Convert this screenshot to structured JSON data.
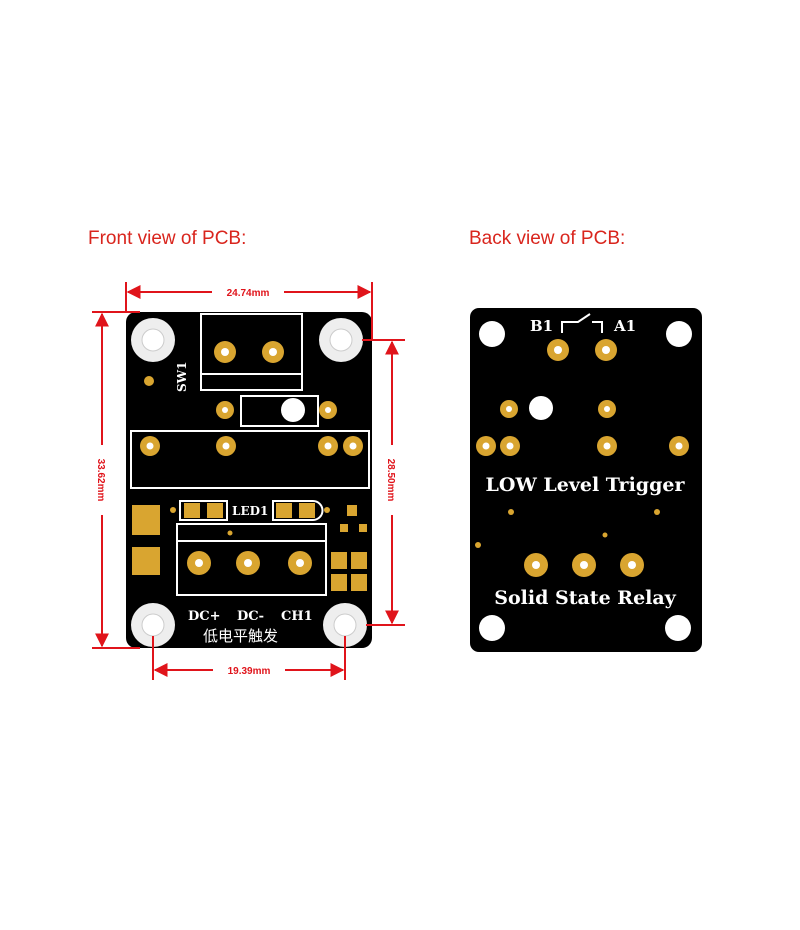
{
  "front": {
    "title": "Front view of PCB:",
    "dims": {
      "width": "24.74mm",
      "height": "33.62mm",
      "hole_vertical": "28.50mm",
      "hole_horizontal": "19.39mm"
    },
    "silk": {
      "sw": "SW1",
      "led": "LED1",
      "dc_plus": "DC+",
      "dc_minus": "DC-",
      "ch1": "CH1",
      "chinese": "低电平触发"
    }
  },
  "back": {
    "title": "Back view of PCB:",
    "b1": "B1",
    "a1": "A1",
    "line1": "LOW Level Trigger",
    "line2": "Solid State Relay"
  },
  "colors": {
    "title": "#d9251d",
    "dimension": "#e0141b",
    "board": "#000000",
    "pad": "#d9a530"
  }
}
